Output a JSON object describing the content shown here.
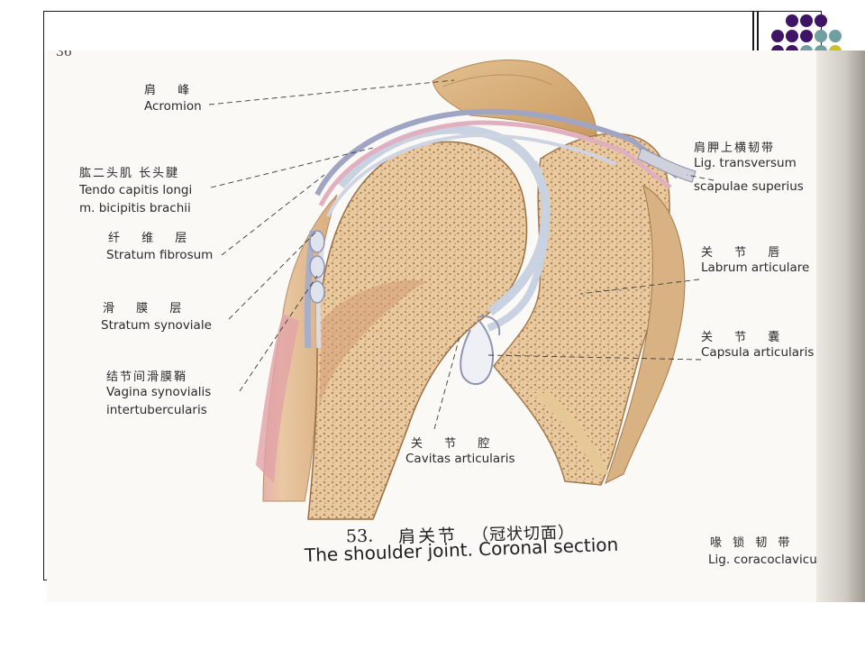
{
  "slide": {
    "page_number": "36",
    "caption": {
      "number": "53.",
      "title_zh": "肩关节",
      "subtitle_zh": "（冠状切面）",
      "title_en": "The shoulder joint. Coronal section"
    },
    "labels": [
      {
        "zh": "肩  峰",
        "la": "Acromion"
      },
      {
        "zh": "肱二头肌 长头腱",
        "la": "Tendo capitis longi",
        "la2": "m. bicipitis brachii"
      },
      {
        "zh": "纤  维  层",
        "la": "Stratum fibrosum"
      },
      {
        "zh": "滑  膜  层",
        "la": "Stratum synoviale"
      },
      {
        "zh": "结节间滑膜鞘",
        "la": "Vagina synovialis",
        "la2": "intertubercularis"
      },
      {
        "zh": "关 节 腔",
        "la": "Cavitas articularis"
      },
      {
        "zh": "肩胛上横韧带",
        "la": "Lig. transversum",
        "la2": "scapulae superius"
      },
      {
        "zh": "关  节  唇",
        "la": "Labrum articulare"
      },
      {
        "zh": "关  节  囊",
        "la": "Capsula articularis"
      },
      {
        "zh": "喙 锁 韧 带",
        "la": "Lig. coracoclaviculare"
      }
    ]
  },
  "theme": {
    "dot_purple": "#3f1466",
    "dot_teal": "#6f9fa1",
    "dot_yellow": "#c9c12b",
    "bone_color": "#e7c79c",
    "cartilage_color": "#c8d2e0",
    "tendon_color": "#dba0aa"
  }
}
